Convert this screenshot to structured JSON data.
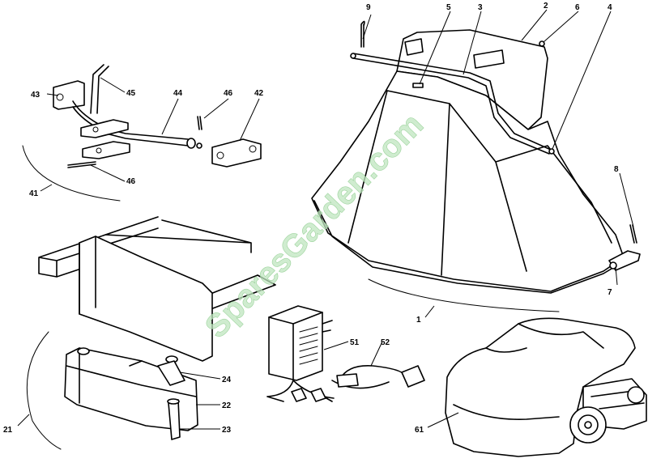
{
  "watermark": "SparesGarden.com",
  "callouts": [
    {
      "id": "c1",
      "label": "1"
    },
    {
      "id": "c2",
      "label": "2"
    },
    {
      "id": "c3",
      "label": "3"
    },
    {
      "id": "c4",
      "label": "4"
    },
    {
      "id": "c5",
      "label": "5"
    },
    {
      "id": "c6",
      "label": "6"
    },
    {
      "id": "c7",
      "label": "7"
    },
    {
      "id": "c8",
      "label": "8"
    },
    {
      "id": "c9",
      "label": "9"
    },
    {
      "id": "c21",
      "label": "21"
    },
    {
      "id": "c22",
      "label": "22"
    },
    {
      "id": "c23",
      "label": "23"
    },
    {
      "id": "c24",
      "label": "24"
    },
    {
      "id": "c41",
      "label": "41"
    },
    {
      "id": "c42",
      "label": "42"
    },
    {
      "id": "c43",
      "label": "43"
    },
    {
      "id": "c44",
      "label": "44"
    },
    {
      "id": "c45",
      "label": "45"
    },
    {
      "id": "c46a",
      "label": "46"
    },
    {
      "id": "c46b",
      "label": "46"
    },
    {
      "id": "c51",
      "label": "51"
    },
    {
      "id": "c52",
      "label": "52"
    },
    {
      "id": "c61",
      "label": "61"
    }
  ]
}
